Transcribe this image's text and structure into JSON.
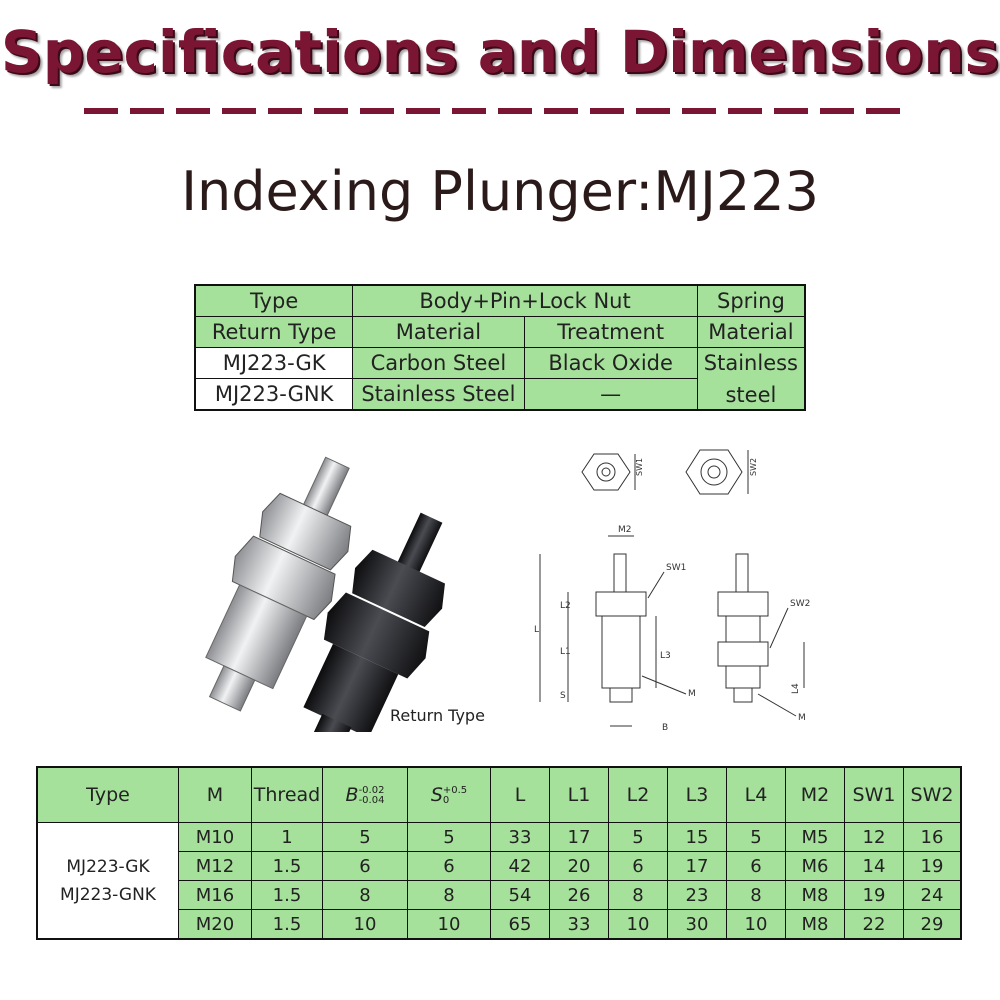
{
  "header": {
    "title": "Specifications and Dimensions",
    "subtitle": "Indexing Plunger:MJ223"
  },
  "material_table": {
    "r1": {
      "type": "Type",
      "body": "Body+Pin+Lock Nut",
      "spring": "Spring"
    },
    "r2": {
      "return_type": "Return Type",
      "material": "Material",
      "treatment": "Treatment",
      "spring_material": "Material"
    },
    "r3": {
      "type": "MJ223-GK",
      "material": "Carbon Steel",
      "treatment": "Black Oxide",
      "spring_line1": "Stainless"
    },
    "r4": {
      "type": "MJ223-GNK",
      "material": "Stainless Steel",
      "treatment": "—",
      "spring_line2": "steel"
    }
  },
  "photo_caption": "Return Type",
  "drawing_labels": {
    "sw1": "SW1",
    "sw2": "SW2",
    "m2": "M2",
    "l": "L",
    "l1": "L1",
    "l2": "L2",
    "l3": "L3",
    "l4": "L4",
    "s": "S",
    "b": "B",
    "m": "M"
  },
  "dim_table": {
    "headers": {
      "type": "Type",
      "m": "M",
      "thread": "Thread",
      "b": "B",
      "b_upper": "-0.02",
      "b_lower": "-0.04",
      "s": "S",
      "s_upper": "+0.5",
      "s_lower": "0",
      "l": "L",
      "l1": "L1",
      "l2": "L2",
      "l3": "L3",
      "l4": "L4",
      "m2": "M2",
      "sw1": "SW1",
      "sw2": "SW2"
    },
    "type_line1": "MJ223-GK",
    "type_line2": "MJ223-GNK",
    "rows": [
      [
        "M10",
        "1",
        "5",
        "5",
        "33",
        "17",
        "5",
        "15",
        "5",
        "M5",
        "12",
        "16"
      ],
      [
        "M12",
        "1.5",
        "6",
        "6",
        "42",
        "20",
        "6",
        "17",
        "6",
        "M6",
        "14",
        "19"
      ],
      [
        "M16",
        "1.5",
        "8",
        "8",
        "54",
        "26",
        "8",
        "23",
        "8",
        "M8",
        "19",
        "24"
      ],
      [
        "M20",
        "1.5",
        "10",
        "10",
        "65",
        "33",
        "10",
        "30",
        "10",
        "M8",
        "22",
        "29"
      ]
    ]
  },
  "colors": {
    "header": "#7a1533",
    "table_fill": "#a6e19b"
  }
}
